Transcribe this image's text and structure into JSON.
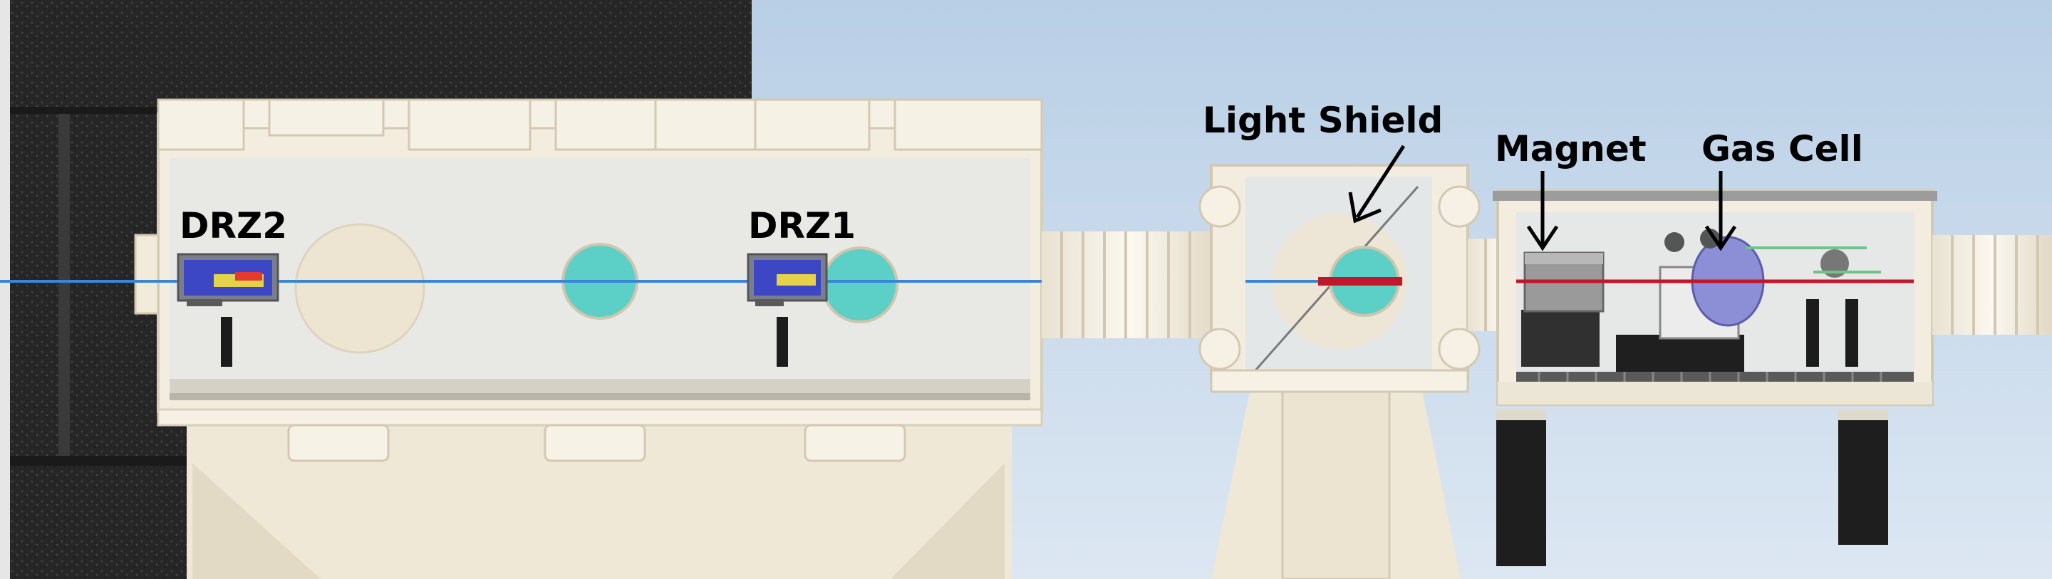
{
  "labels": {
    "drz2": "DRZ2",
    "drz1": "DRZ1",
    "light_shield": "Light Shield",
    "magnet": "Magnet",
    "gas_cell": "Gas Cell"
  },
  "colors": {
    "sky": "#c7d8ea",
    "foam": "#262626",
    "chamber": "#f1ebdc",
    "chamber_shadow": "#d9d0bd",
    "beam_blue": "#3a86d6",
    "beam_red": "#c0182a",
    "window_teal": "#5ccfc6",
    "stand": "#1c1c1c"
  },
  "icons": [
    "arrow-down-icon",
    "detector-screen-icon",
    "vacuum-bellows-icon"
  ]
}
